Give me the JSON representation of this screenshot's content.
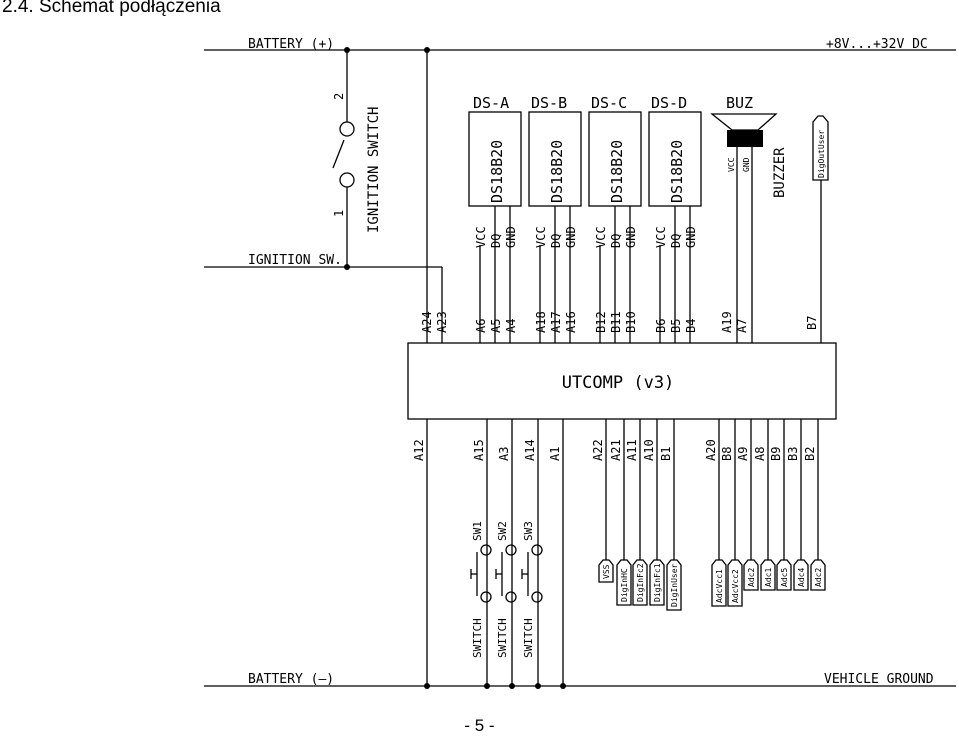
{
  "heading": "2.4. Schemat podłączenia",
  "page_number": "- 5 -",
  "rails": {
    "battery_plus": "BATTERY (+)",
    "supply_range": "+8V...+32V DC",
    "ignition_sw": "IGNITION SW.",
    "battery_minus": "BATTERY (–)",
    "vehicle_ground": "VEHICLE GROUND"
  },
  "ignition_switch": {
    "label": "IGNITION SWITCH",
    "pin1": "1",
    "pin2": "2"
  },
  "module": {
    "label": "UTCOMP (v3)"
  },
  "sensors": [
    {
      "header": "DS-A",
      "part": "DS18B20",
      "pins": [
        "VCC",
        "DQ",
        "GND"
      ],
      "conn": [
        "A6",
        "A5",
        "A4"
      ]
    },
    {
      "header": "DS-B",
      "part": "DS18B20",
      "pins": [
        "VCC",
        "DQ",
        "GND"
      ],
      "conn": [
        "A18",
        "A17",
        "A16"
      ]
    },
    {
      "header": "DS-C",
      "part": "DS18B20",
      "pins": [
        "VCC",
        "DQ",
        "GND"
      ],
      "conn": [
        "B12",
        "B11",
        "B10"
      ]
    },
    {
      "header": "DS-D",
      "part": "DS18B20",
      "pins": [
        "VCC",
        "DQ",
        "GND"
      ],
      "conn": [
        "B6",
        "B5",
        "B4"
      ]
    }
  ],
  "buzzer": {
    "header": "BUZ",
    "label": "BUZZER",
    "pins": [
      "VCC",
      "GND"
    ],
    "conn": [
      "A19",
      "A7"
    ]
  },
  "dig_out": {
    "tag": "DigOutUser",
    "conn": "B7"
  },
  "power_conn": [
    "A24",
    "A23"
  ],
  "bottom_conn": [
    "A12",
    "A15",
    "A3",
    "A14",
    "A1",
    "A22",
    "A21",
    "A11",
    "A10",
    "B1",
    "A20",
    "B8",
    "A9",
    "A8",
    "B9",
    "B3",
    "B2"
  ],
  "switches": [
    {
      "name": "SW1",
      "label": "SWITCH"
    },
    {
      "name": "SW2",
      "label": "SWITCH"
    },
    {
      "name": "SW3",
      "label": "SWITCH"
    }
  ],
  "input_tags": [
    "VSS",
    "DigInHC",
    "DigInFc2",
    "DigInFc1",
    "DigInUser"
  ],
  "analog_tags": [
    "AdcVcc1",
    "AdcVcc2",
    "Adc2",
    "Adc1",
    "Adc5",
    "Adc4",
    "Adc2"
  ]
}
